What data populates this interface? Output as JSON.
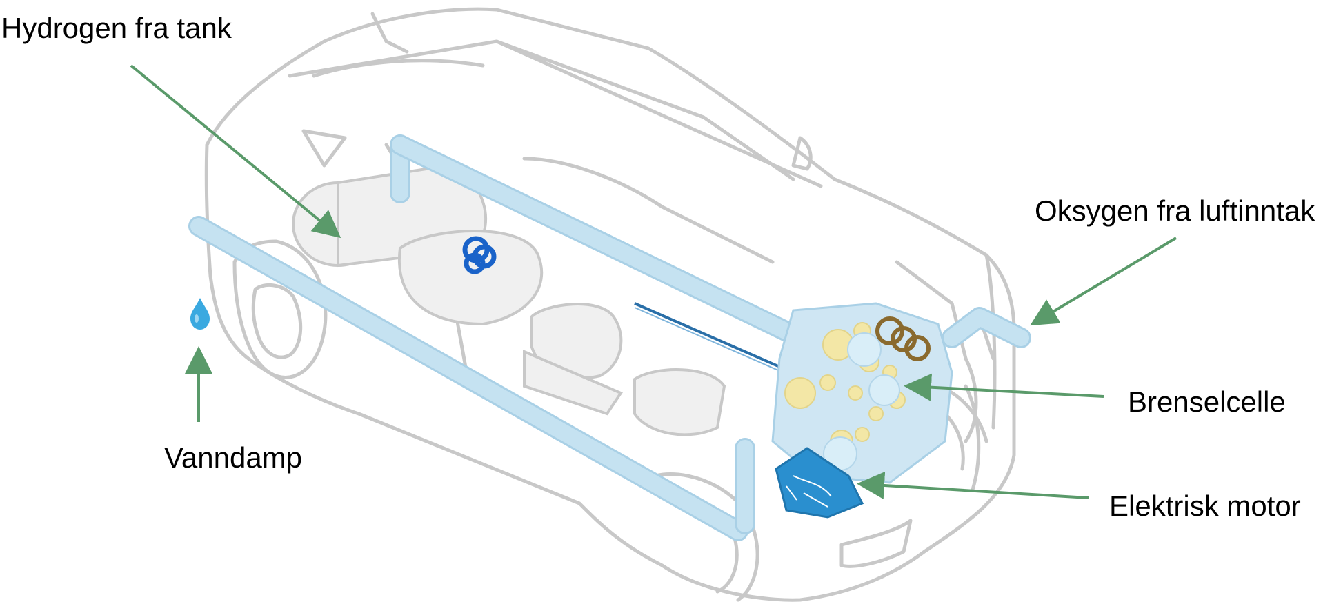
{
  "labels": {
    "hydrogen": "Hydrogen fra tank",
    "oxygen": "Oksygen fra luftinntak",
    "fuel_cell": "Brenselcelle",
    "motor": "Elektrisk motor",
    "water_vapor": "Vanndamp"
  },
  "colors": {
    "arrow": "#5a9a6a",
    "outline": "#c8c8c8",
    "pipe": "#c5e2f1",
    "pipe_edge": "#a9d0e6",
    "tank_blue": "#1a63c9",
    "water_drop": "#3aa9e0",
    "motor_blue": "#2a8fcf",
    "cell_yellow": "#f3e7a6",
    "brown": "#8a6a2e"
  },
  "icons": {
    "drop": "water-drop-icon"
  }
}
